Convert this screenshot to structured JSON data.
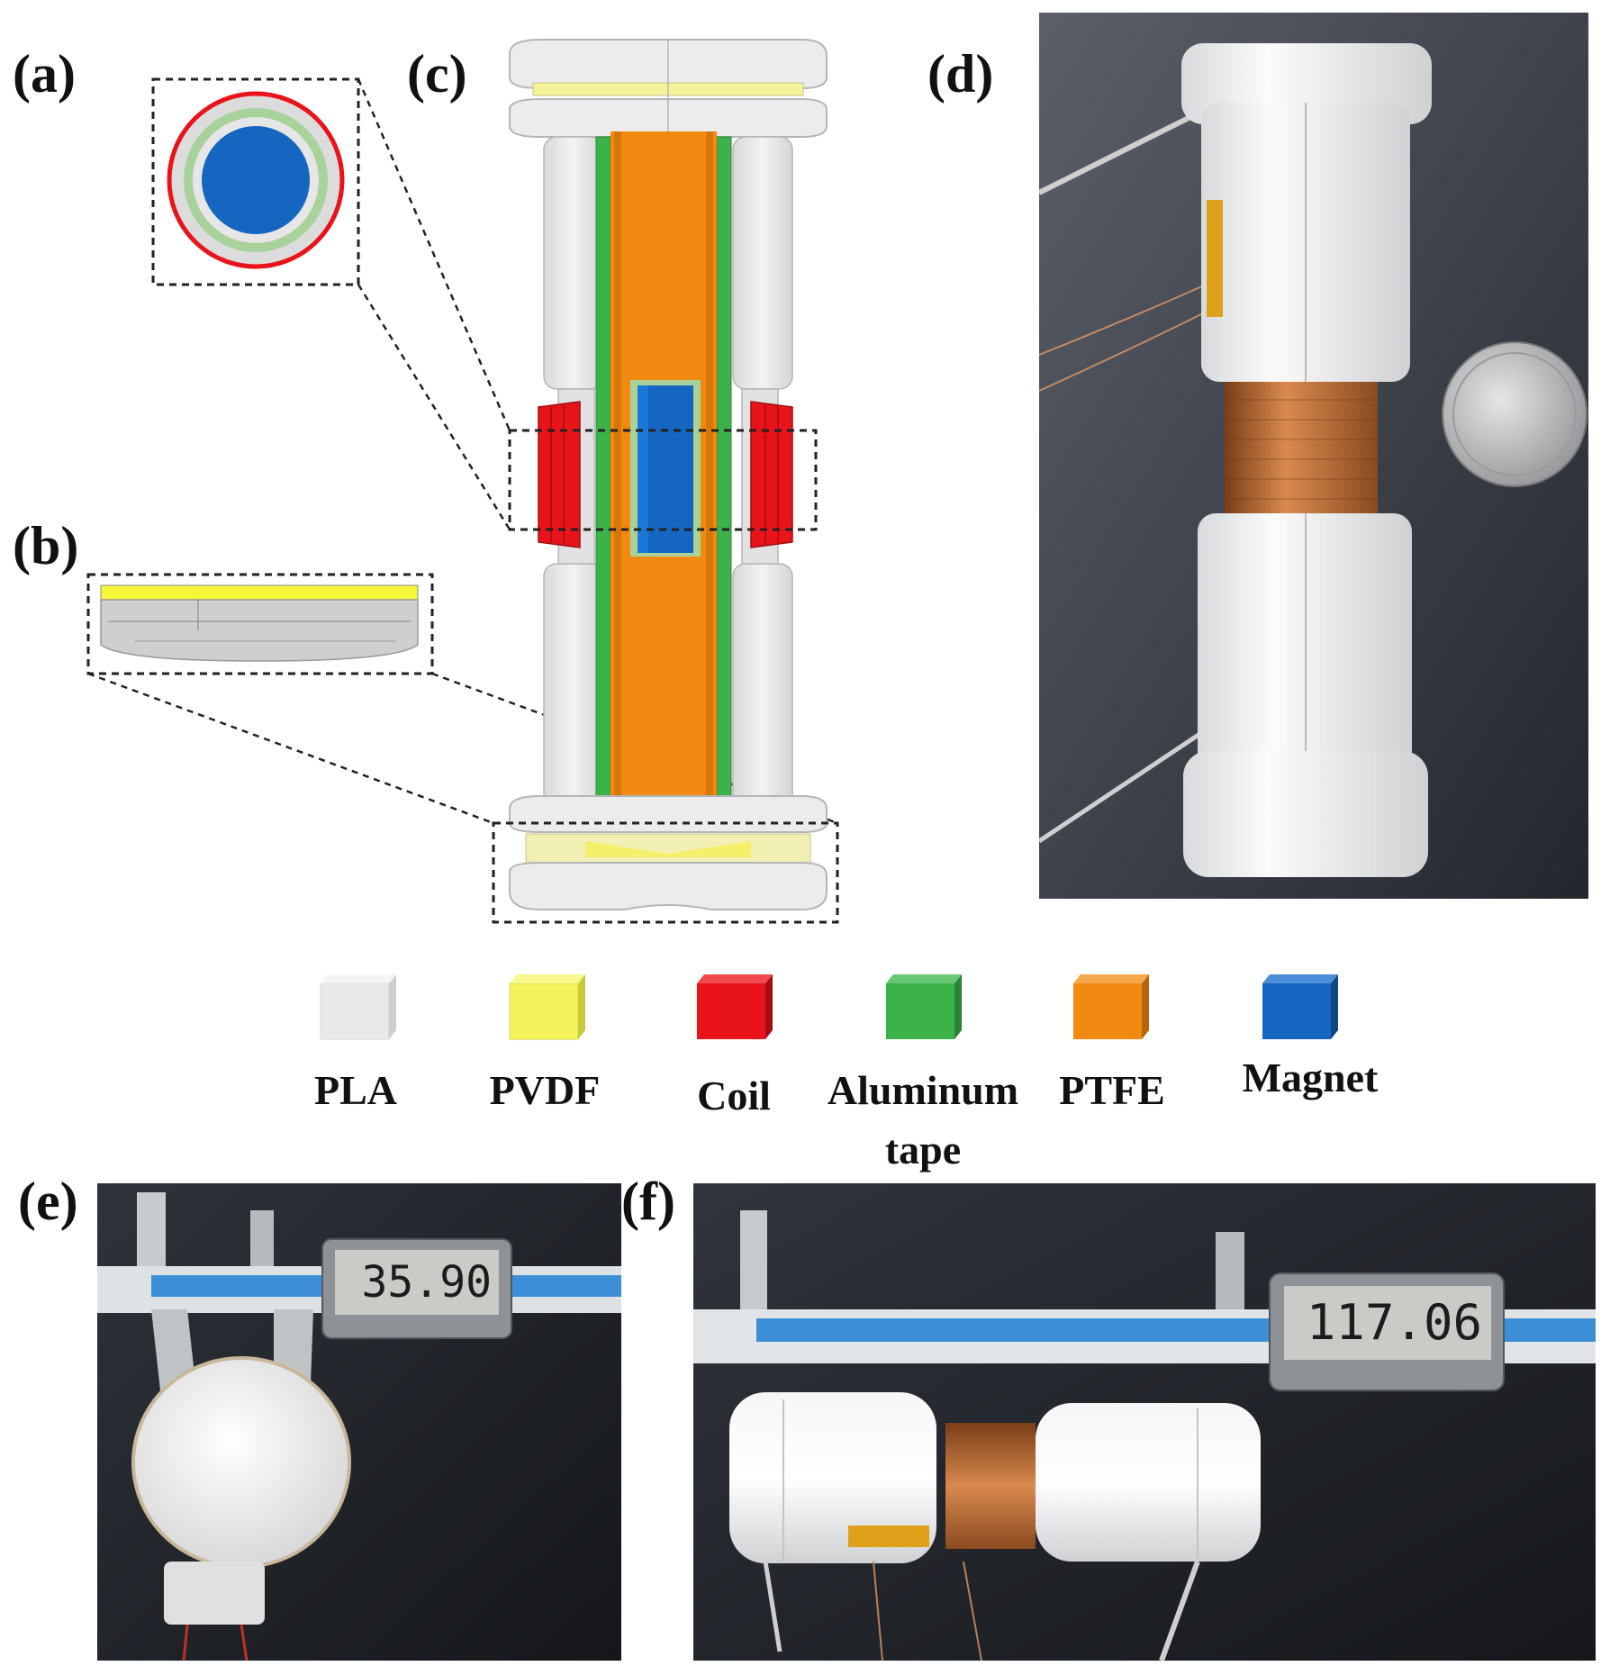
{
  "panels": {
    "a": "(a)",
    "b": "(b)",
    "c": "(c)",
    "d": "(d)",
    "e": "(e)",
    "f": "(f)"
  },
  "legend": [
    {
      "label": "PLA",
      "color": "#e9e9e9"
    },
    {
      "label": "PVDF",
      "color": "#f2f25a"
    },
    {
      "label": "Coil",
      "color": "#e8141a"
    },
    {
      "label": "Aluminum tape",
      "line1": "Aluminum",
      "line2": "tape",
      "color": "#3cb24a"
    },
    {
      "label": "PTFE",
      "color": "#f28a12"
    },
    {
      "label": "Magnet",
      "color": "#1566c0"
    }
  ],
  "caliper_readings": {
    "e": "35.90",
    "f": "117.06"
  }
}
